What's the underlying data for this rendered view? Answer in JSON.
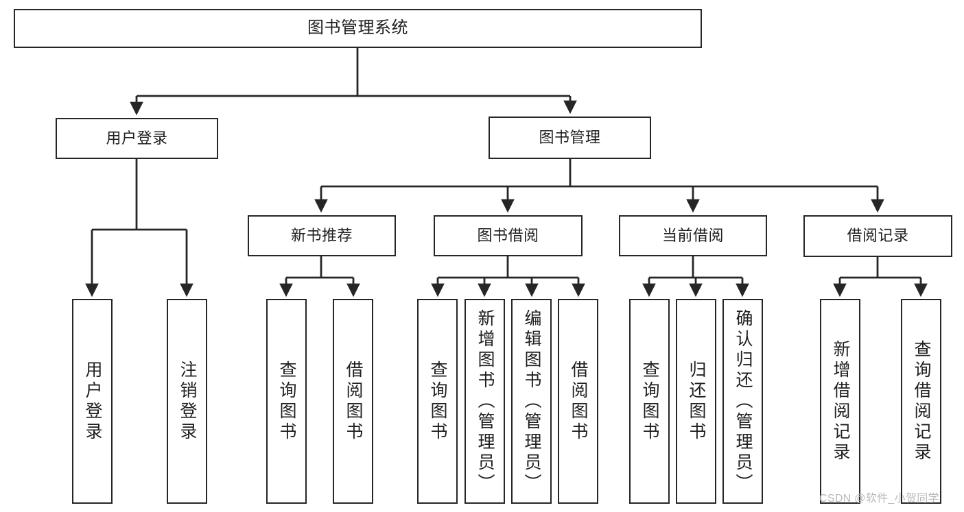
{
  "diagram": {
    "title": "图书管理系统",
    "root": {
      "label": "图书管理系统"
    },
    "level1": [
      {
        "label": "用户登录"
      },
      {
        "label": "图书管理"
      }
    ],
    "level2": [
      {
        "label": "新书推荐"
      },
      {
        "label": "图书借阅"
      },
      {
        "label": "当前借阅"
      },
      {
        "label": "借阅记录"
      }
    ],
    "leaves": {
      "user_login": [
        {
          "label": "用户登录"
        },
        {
          "label": "注销登录"
        }
      ],
      "new_book_recommend": [
        {
          "label": "查询图书"
        },
        {
          "label": "借阅图书"
        }
      ],
      "book_borrow": [
        {
          "label": "查询图书"
        },
        {
          "label": "新增图书（管理员）"
        },
        {
          "label": "编辑图书（管理员）"
        },
        {
          "label": "借阅图书"
        }
      ],
      "current_borrow": [
        {
          "label": "查询图书"
        },
        {
          "label": "归还图书"
        },
        {
          "label": "确认归还（管理员）"
        }
      ],
      "borrow_record": [
        {
          "label": "新增借阅记录"
        },
        {
          "label": "查询借阅记录"
        }
      ]
    }
  },
  "watermark": {
    "text": "CSDN @软件_小贺同学"
  },
  "colors": {
    "stroke": "#262626",
    "background": "#ffffff",
    "text": "#1f1f1f",
    "watermark": "#b9b9b9"
  }
}
